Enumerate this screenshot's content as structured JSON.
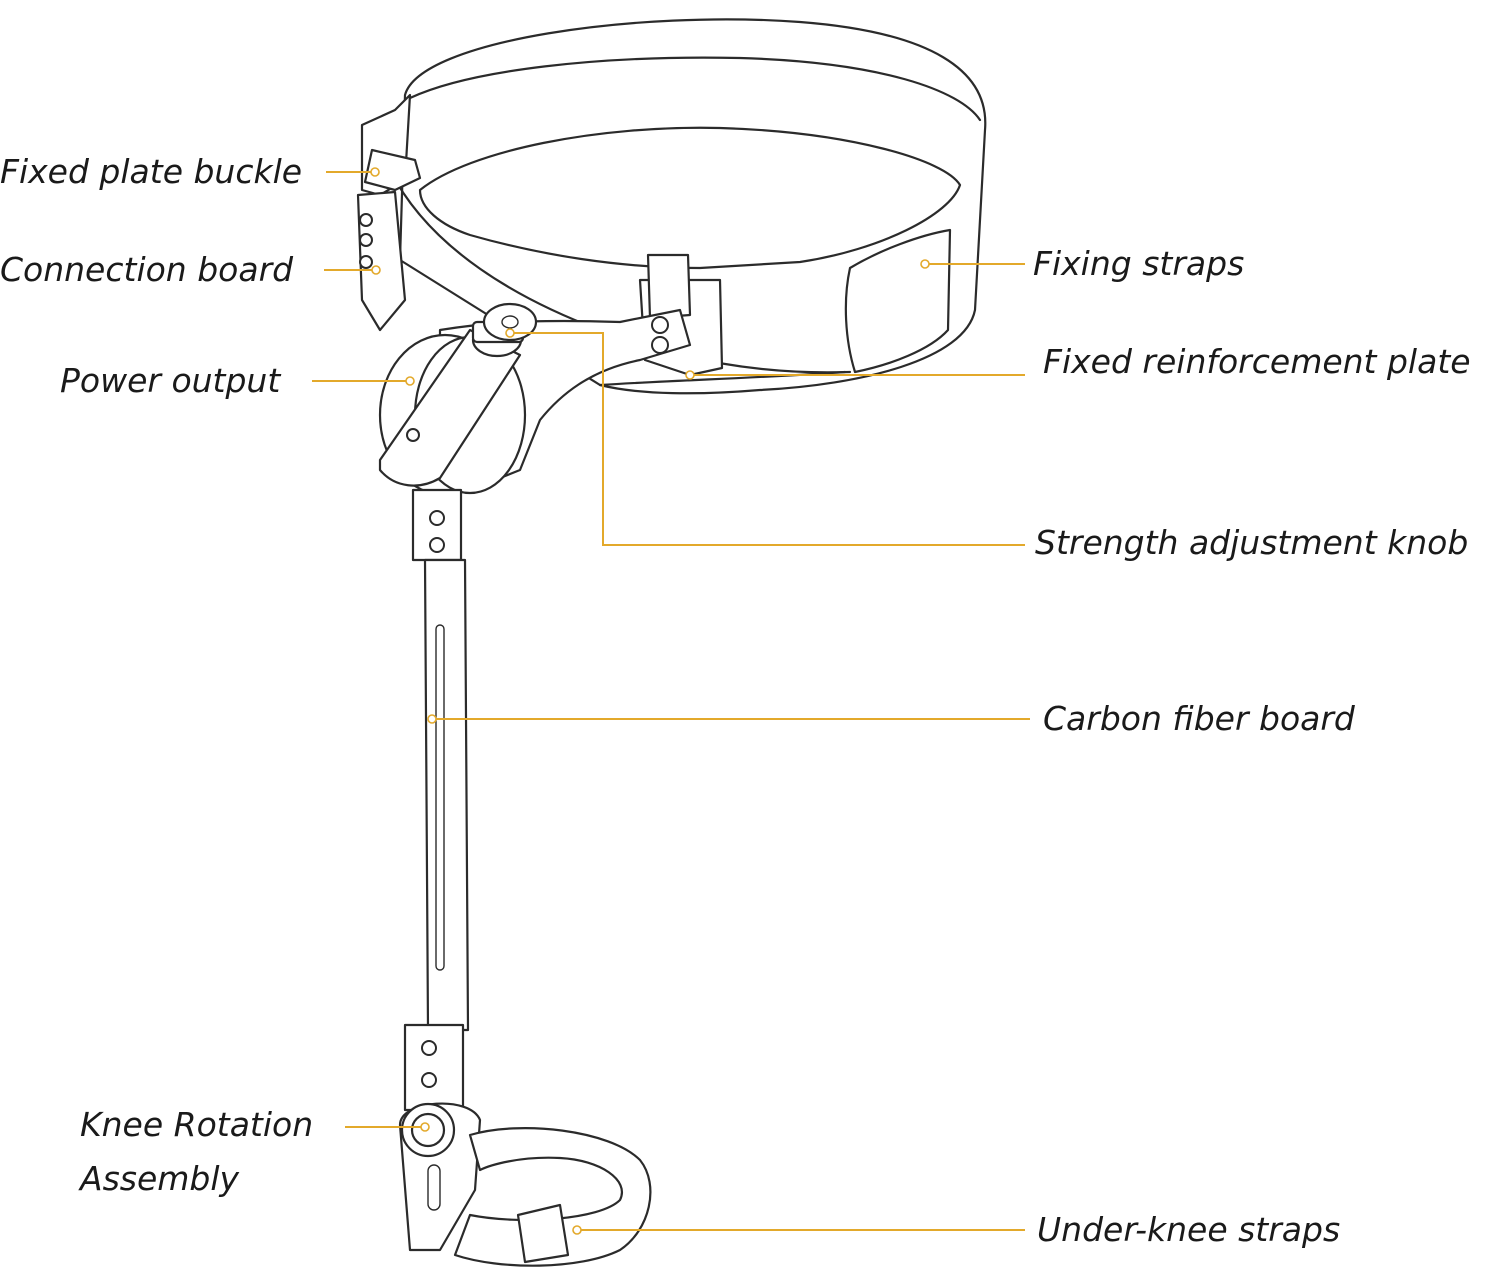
{
  "accent_color": "#e3a92b",
  "labels": {
    "fixed_plate_buckle": "Fixed plate buckle",
    "connection_board": "Connection board",
    "power_output": "Power output",
    "fixing_straps": "Fixing straps",
    "fixed_reinforcement_plate": "Fixed reinforcement plate",
    "strength_adjustment_knob": "Strength adjustment knob",
    "carbon_fiber_board": "Carbon fiber board",
    "knee_rotation_line1": "Knee Rotation",
    "knee_rotation_line2": "Assembly",
    "under_knee_straps": "Under-knee straps"
  }
}
